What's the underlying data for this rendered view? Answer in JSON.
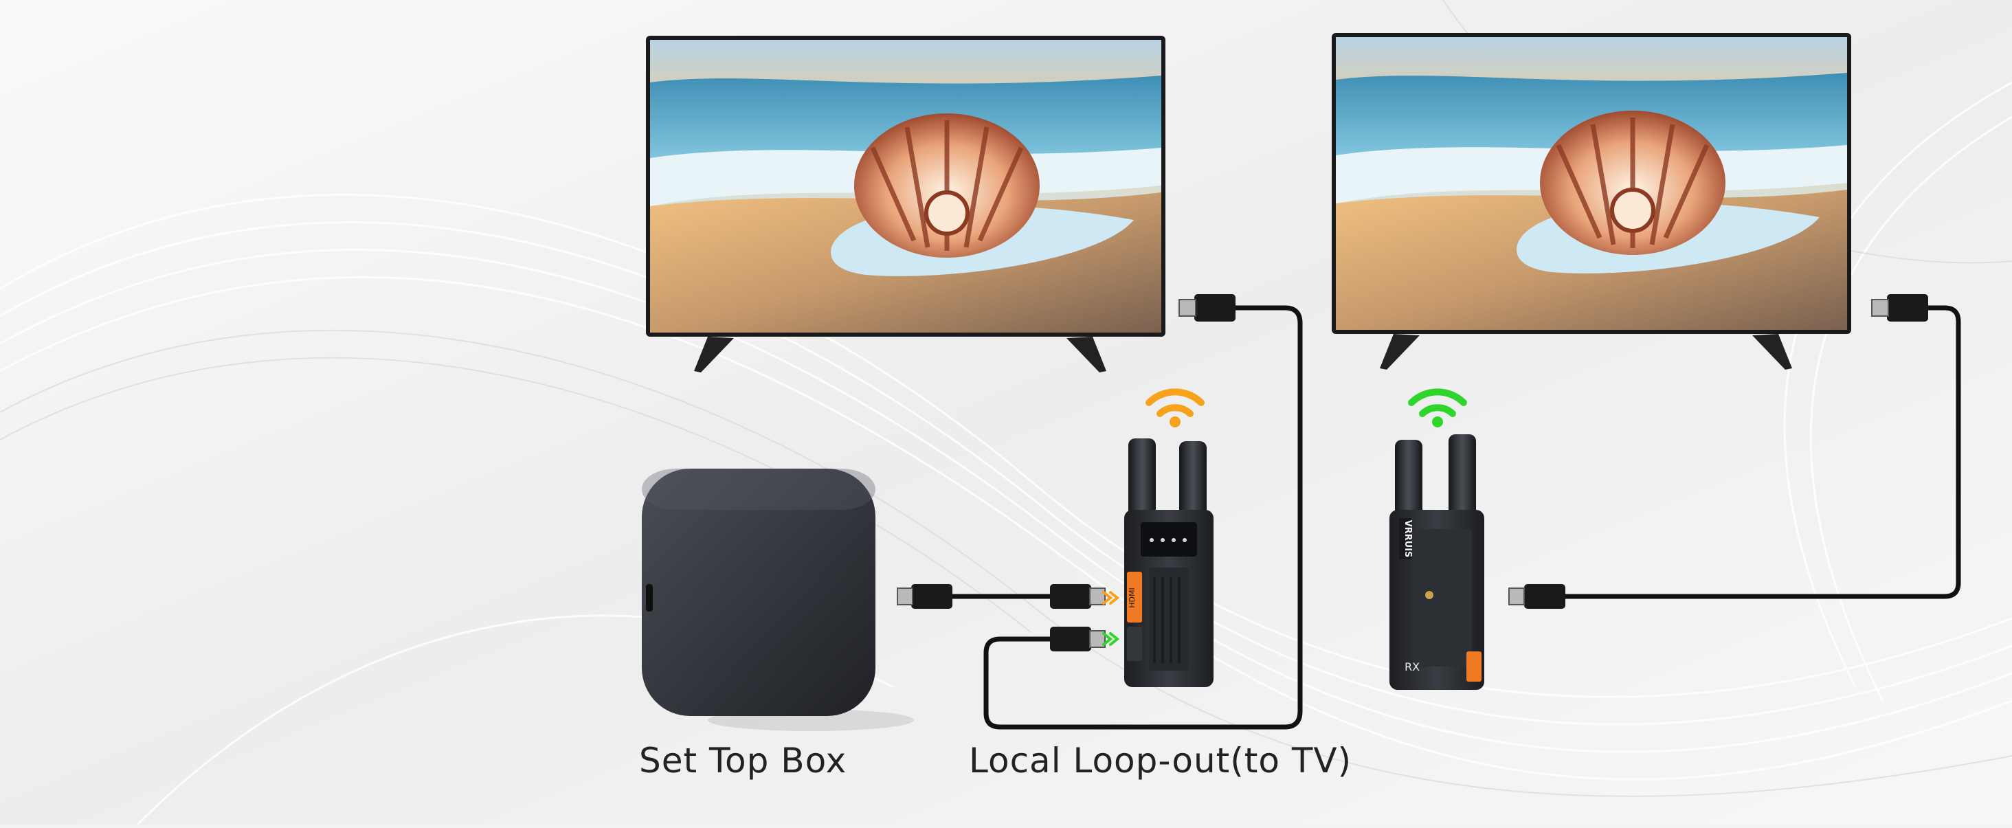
{
  "labels": {
    "set_top_box": "Set Top Box",
    "loop_out": "Local Loop-out(to TV)",
    "receiver_mark": "RX",
    "brand": "VRRUIS"
  },
  "colors": {
    "background": "#f3f3f3",
    "tx_signal": "#f7a21b",
    "rx_signal": "#2fd52a",
    "device_body": "#2a2d31",
    "accent_orange": "#f07a23",
    "cable": "#111111"
  },
  "icons": {
    "tx_wifi": "wifi-icon",
    "rx_wifi": "wifi-icon",
    "arrow_in": "chevron-right-icon",
    "arrow_out": "chevron-right-icon"
  }
}
